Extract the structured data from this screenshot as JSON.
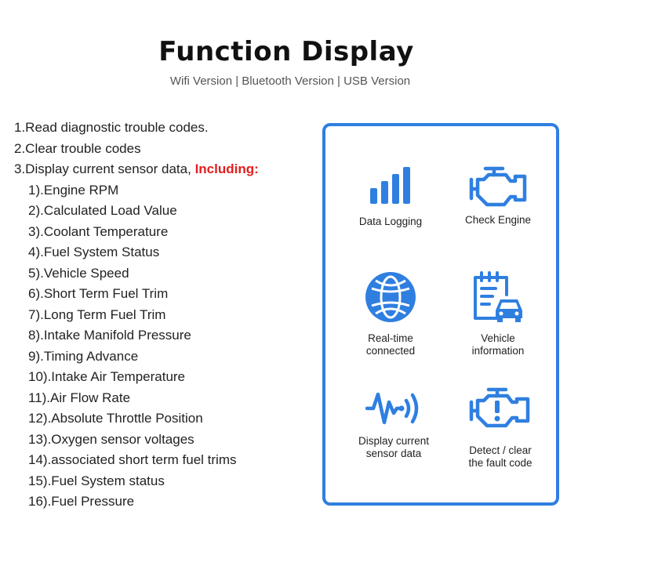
{
  "header": {
    "title": "Function Display",
    "subtitle": "Wifi Version | Bluetooth Version | USB Version"
  },
  "functions": {
    "item1": "1.Read diagnostic trouble codes.",
    "item2": "2.Clear trouble codes",
    "item3_prefix": "3.Display current sensor data, ",
    "item3_highlight": "Including:",
    "sensors": [
      "1).Engine RPM",
      "2).Calculated Load Value",
      "3).Coolant Temperature",
      "4).Fuel System Status",
      "5).Vehicle Speed",
      "6).Short Term Fuel Trim",
      "7).Long Term Fuel Trim",
      "8).Intake Manifold Pressure",
      "9).Timing Advance",
      "10).Intake Air Temperature",
      "11).Air Flow Rate",
      "12).Absolute Throttle Position",
      "13).Oxygen sensor voltages",
      "14).associated short term fuel trims",
      "15).Fuel System status",
      "16).Fuel Pressure"
    ]
  },
  "features": [
    {
      "label": "Data Logging",
      "icon": "bar-chart-icon"
    },
    {
      "label": "Check Engine",
      "icon": "engine-icon"
    },
    {
      "label": "Real-time\nconnected",
      "icon": "globe-icon"
    },
    {
      "label": "Vehicle\ninformation",
      "icon": "vehicle-info-icon"
    },
    {
      "label": "Display current\nsensor data",
      "icon": "sensor-wave-icon"
    },
    {
      "label": "Detect / clear\nthe fault code",
      "icon": "engine-warning-icon"
    }
  ],
  "colors": {
    "accent": "#2f7fe0",
    "highlight": "#e41d1d"
  }
}
